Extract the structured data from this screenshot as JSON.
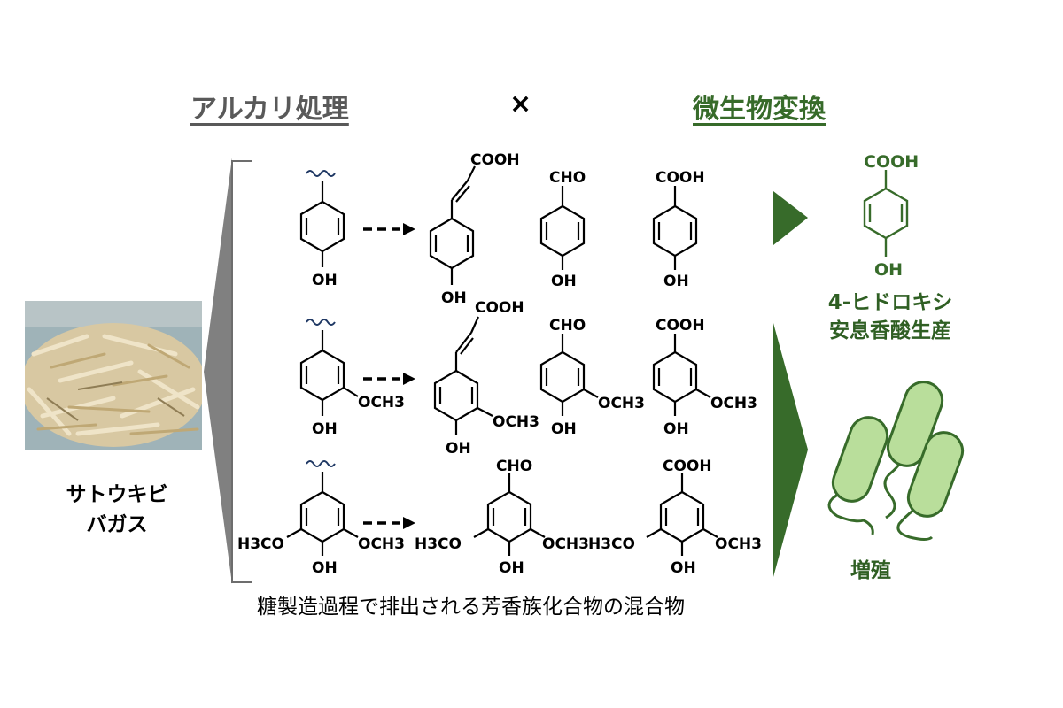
{
  "header": {
    "left_title": "アルカリ処理",
    "times": "×",
    "right_title": "微生物変換"
  },
  "feedstock": {
    "label_line1": "サトウキビ",
    "label_line2": "バガス"
  },
  "mixture_caption": "糖製造過程で排出される芳香族化合物の混合物",
  "product": {
    "label_line1": "4-ヒドロキシ",
    "label_line2": "安息香酸生産",
    "cooh": "COOH",
    "oh": "OH"
  },
  "growth_label": "増殖",
  "rows": [
    {
      "sub_top": "",
      "compounds": [
        {
          "top": "COOH",
          "bottom": "OH",
          "side": ""
        },
        {
          "top": "CHO",
          "bottom": "OH",
          "side": ""
        },
        {
          "top": "COOH",
          "bottom": "OH",
          "side": ""
        }
      ],
      "start": {
        "bottom": "OH"
      }
    },
    {
      "compounds": [
        {
          "top": "COOH",
          "bottom": "OH",
          "side": "OCH3"
        },
        {
          "top": "CHO",
          "bottom": "OH",
          "side": "OCH3"
        },
        {
          "top": "COOH",
          "bottom": "OH",
          "side": "OCH3"
        }
      ],
      "start": {
        "bottom": "OH",
        "side": "OCH3"
      }
    },
    {
      "compounds": [
        {
          "top": "CHO",
          "bottom": "OH",
          "left": "H3CO",
          "right": "OCH3"
        },
        {
          "top": "COOH",
          "bottom": "OH",
          "left": "H3CO",
          "right": "OCH3"
        }
      ],
      "start": {
        "bottom": "OH",
        "left": "H3CO",
        "right": "OCH3"
      }
    }
  ],
  "colors": {
    "dark_green": "#376b2a",
    "light_green": "#b9de9b",
    "gray_arrow": "#808080",
    "wavy_blue": "#1f3864"
  }
}
